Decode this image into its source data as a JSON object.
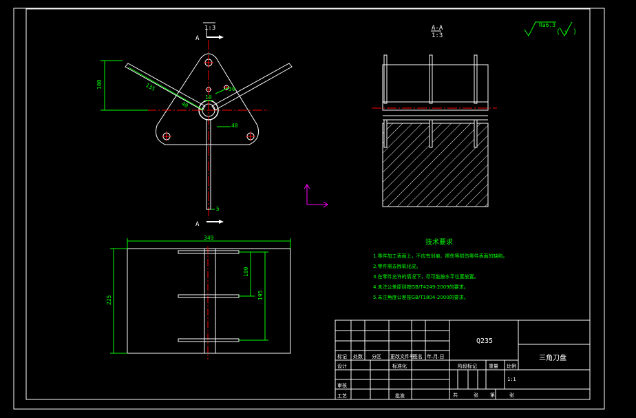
{
  "colors": {
    "background": "#000000",
    "outline": "#ffffff",
    "dimension": "#00ff00",
    "centerline": "#ff0000",
    "hatch": "#ffffff",
    "notes": "#00ff00",
    "ucs": "#ff00ff",
    "titleblock_text": "#ffffff"
  },
  "section_labels": {
    "top_scale": "1:3",
    "top_arrow_label": "A",
    "bottom_arrow_label": "A",
    "section_name": "A-A",
    "section_scale": "1:3"
  },
  "roughness": {
    "value": "Ra6.3",
    "bracket_text": "( √ )"
  },
  "front_view_dims": {
    "height": "100",
    "blade_length": "135",
    "blade_offset": "40",
    "hole_dia": "30",
    "hub_dia": "40",
    "center_top": "10",
    "blade_thk": "5"
  },
  "side_view_dims": {
    "width": "349",
    "height": "225",
    "pitch1": "100",
    "pitch2": "195"
  },
  "tech_notes": {
    "title": "技术要求",
    "items": [
      "1.零件加工表面上，不应有划痕、擦伤等损伤零件表面的缺陷。",
      "2.零件需去除氧化皮。",
      "3.在零件允许的情况下，尽可能按水平位置放置。",
      "4.未注公差原则按GB/T4249-2009的要求。",
      "5.未注角度公差按GB/T1804-2000的要求。"
    ]
  },
  "title_block": {
    "material": "Q235",
    "part_name": "三角刀盘",
    "labels": {
      "mark": "标记",
      "count": "处数",
      "zone": "分区",
      "change_doc": "更改文件号",
      "signature": "签名",
      "date": "年.月.日",
      "design": "设计",
      "standardization": "标准化",
      "stage_mark": "阶段标记",
      "weight": "重量",
      "scale": "比例",
      "review": "审核",
      "process": "工艺",
      "approve": "批准",
      "total_sheets": "共",
      "sheet_label": "张",
      "sheet_no": "第",
      "sheet_suffix": "张",
      "scale_value": "1:1"
    }
  }
}
